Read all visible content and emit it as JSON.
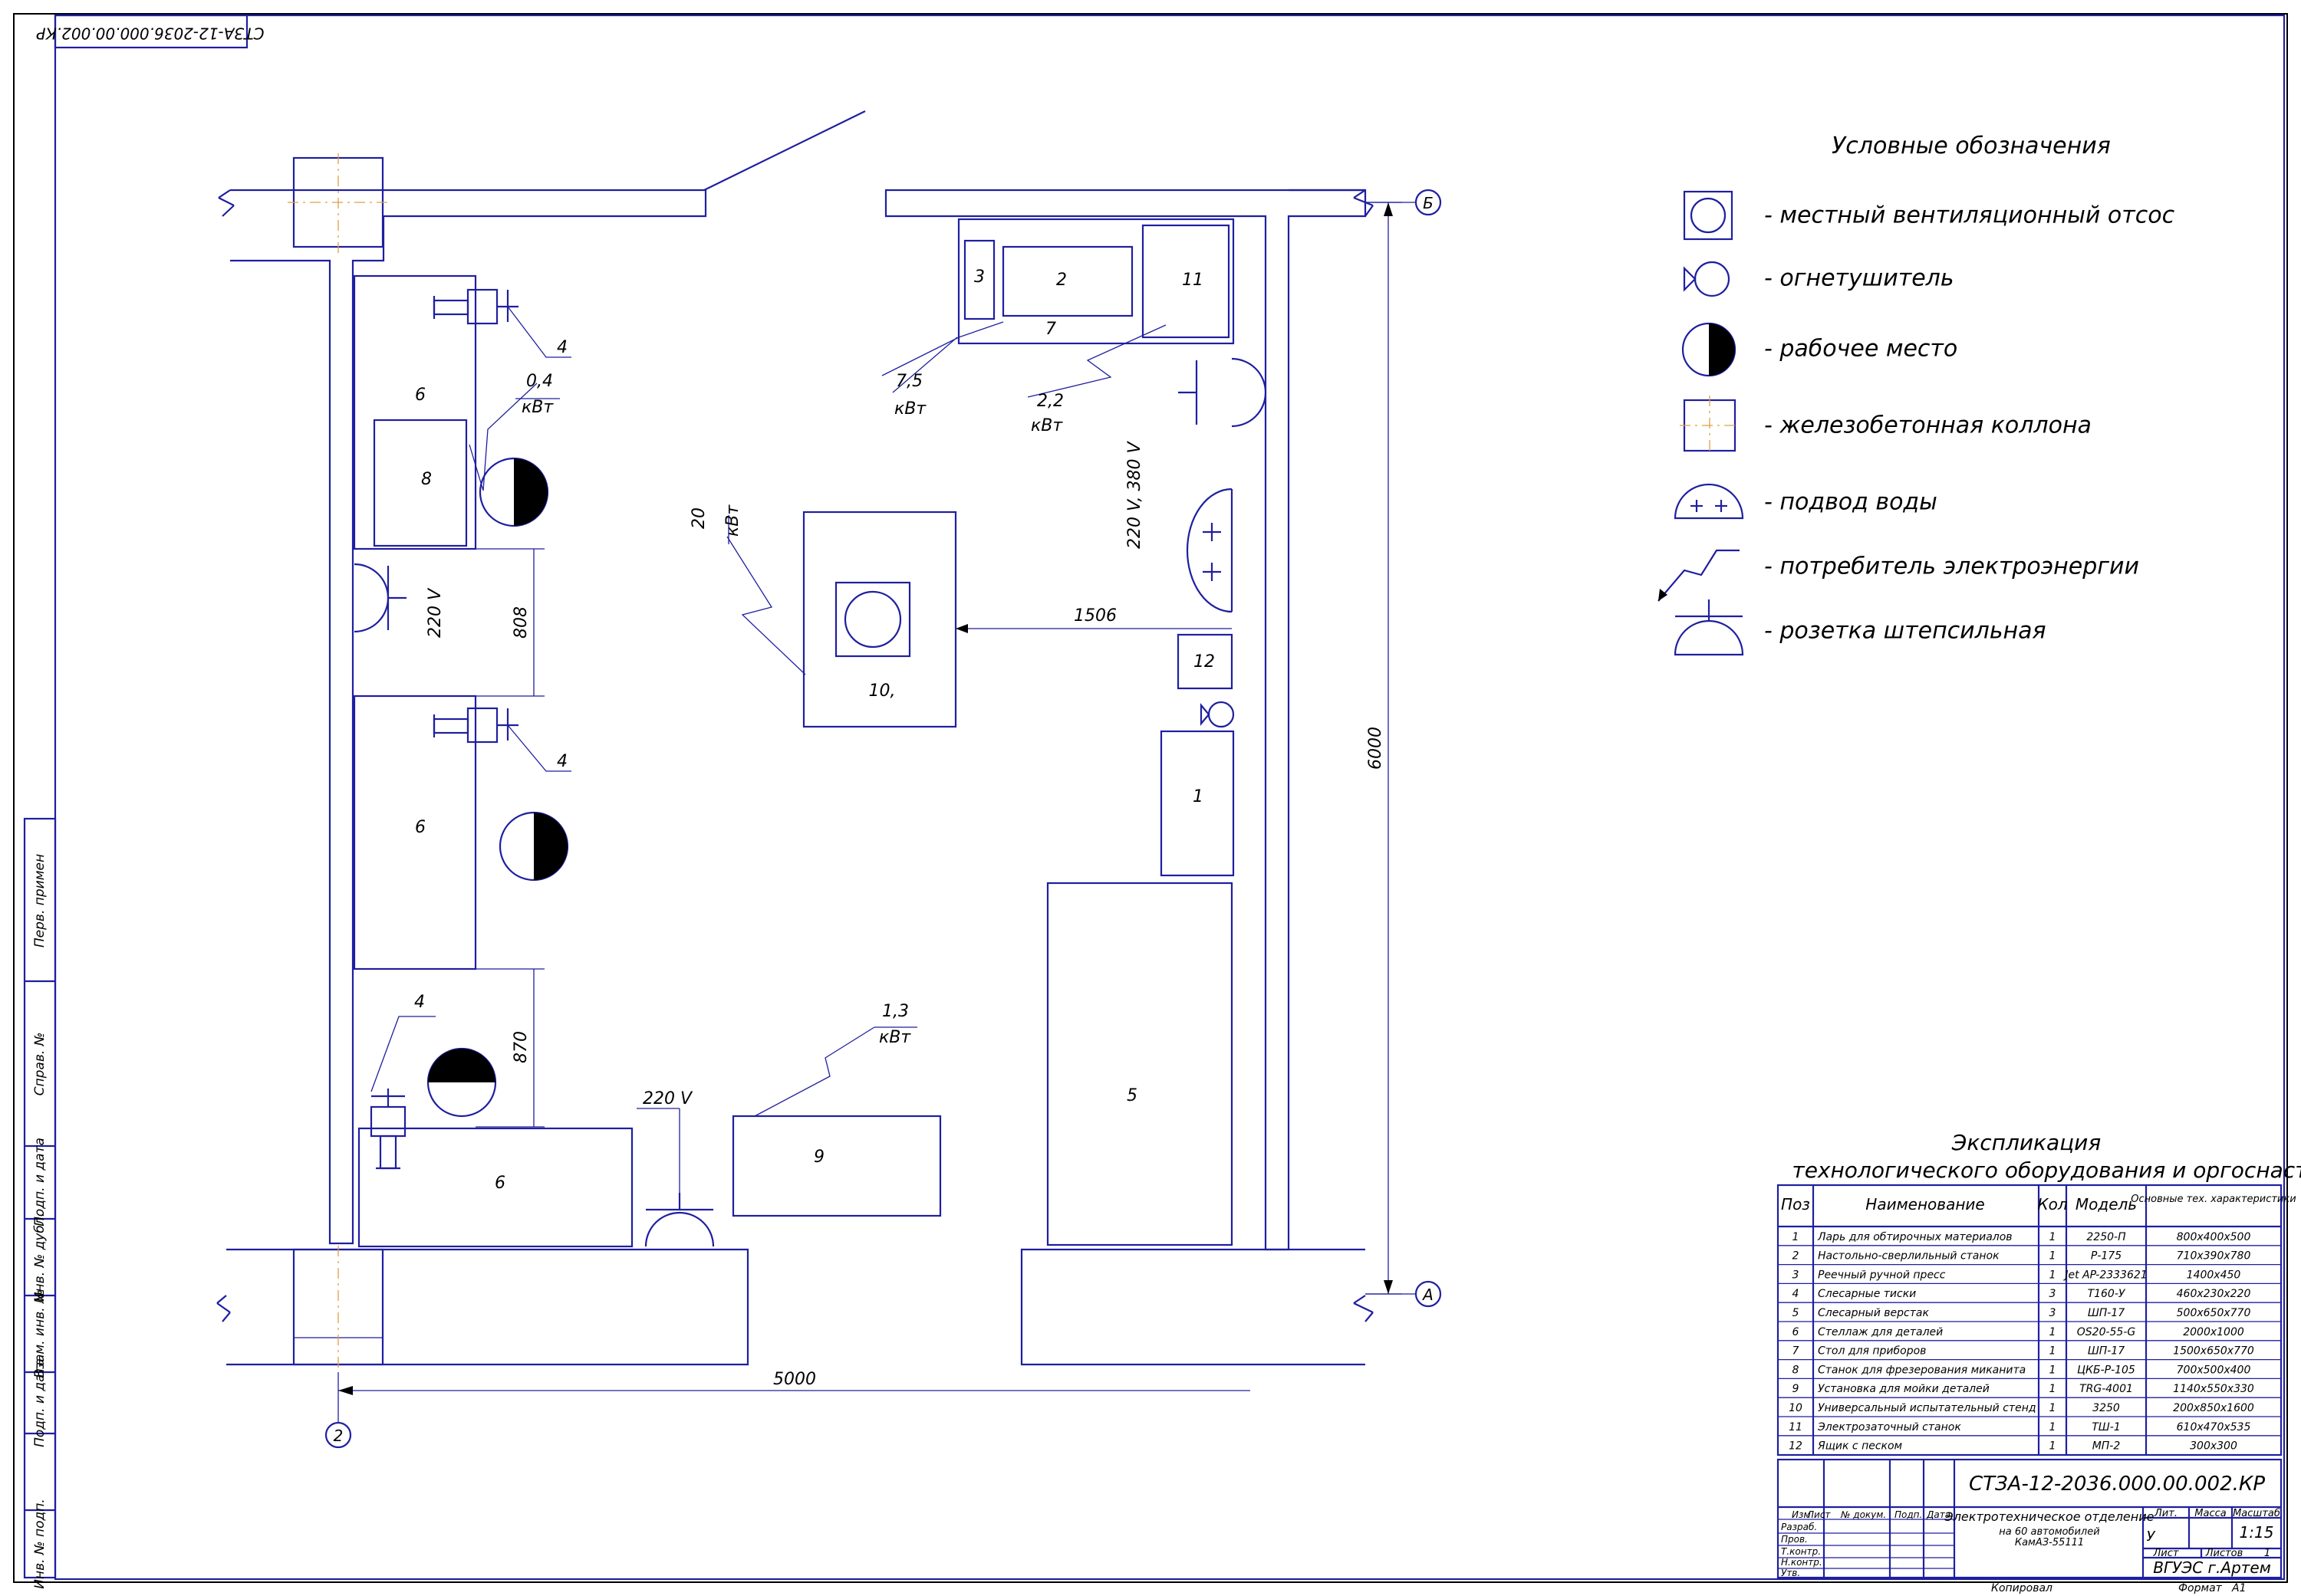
{
  "colors": {
    "line": "#1f1fa0",
    "axis": "#e0a040",
    "ink": "#000000",
    "paper": "#ffffff"
  },
  "stamp_top": "СТЗА-12-2036.000.00.002.КР",
  "left_strip": [
    "Перв. примен",
    "Справ. №",
    "Подп. и дата",
    "Инв. № дубл.",
    "Взам. инв. №",
    "Подп. и дата",
    "Инв. № подп."
  ],
  "plan": {
    "axis_b": "Б",
    "axis_a": "А",
    "axis_2": "2",
    "dim_width": "5000",
    "dim_height": "6000",
    "dim_808": "808",
    "dim_870": "870",
    "dim_1506": "1506",
    "labels": {
      "n1": "1",
      "n2": "2",
      "n3": "3",
      "n5": "5",
      "n6a": "6",
      "n6b": "6",
      "n6c": "6",
      "n7": "7",
      "n8": "8",
      "n9": "9",
      "n10": "10,",
      "n11": "11",
      "n12": "12",
      "n4a": "4",
      "n4b": "4",
      "n4c": "4"
    },
    "power": {
      "p04": "0,4",
      "p04u": "кВт",
      "p75": "7,5",
      "p75u": "кВт",
      "p22": "2,2",
      "p22u": "кВт",
      "p20": "20",
      "p20u": "кВт",
      "p13": "1,3",
      "p13u": "кВт"
    },
    "voltage": {
      "v220a": "220 V",
      "v220b": "220 V",
      "v220_380": "220 V, 380 V"
    }
  },
  "legend": {
    "title": "Условные обозначения",
    "items": [
      {
        "icon": "ventilation-icon",
        "text": "- местный вентиляционный отсос"
      },
      {
        "icon": "extinguisher-icon",
        "text": "- огнетушитель"
      },
      {
        "icon": "workplace-icon",
        "text": "- рабочее место"
      },
      {
        "icon": "column-icon",
        "text": "- железобетонная коллона"
      },
      {
        "icon": "water-supply-icon",
        "text": "- подвод воды"
      },
      {
        "icon": "power-consumer-icon",
        "text": "- потребитель электроэнергии"
      },
      {
        "icon": "socket-icon",
        "text": "- розетка штепсильная"
      }
    ]
  },
  "explication": {
    "title1": "Экспликация",
    "title2": "технологического оборудования и оргоснастки",
    "headers": {
      "pos": "Поз",
      "name": "Наименование",
      "qty": "Кол",
      "model": "Модель",
      "spec": "Основные тех. характеристики"
    },
    "rows": [
      {
        "pos": "1",
        "name": "Ларь для обтирочных материалов",
        "qty": "1",
        "model": "2250-П",
        "spec": "800х400х500"
      },
      {
        "pos": "2",
        "name": "Настольно-сверлильный станок",
        "qty": "1",
        "model": "Р-175",
        "spec": "710х390х780"
      },
      {
        "pos": "3",
        "name": "Реечный ручной пресс",
        "qty": "1",
        "model": "Jet AP-2333621",
        "spec": "1400х450"
      },
      {
        "pos": "4",
        "name": "Слесарные тиски",
        "qty": "3",
        "model": "Т160-У",
        "spec": "460х230х220"
      },
      {
        "pos": "5",
        "name": "Слесарный верстак",
        "qty": "3",
        "model": "ШП-17",
        "spec": "500х650х770"
      },
      {
        "pos": "6",
        "name": "Стеллаж для деталей",
        "qty": "1",
        "model": "ОS20-55-G",
        "spec": "2000х1000"
      },
      {
        "pos": "7",
        "name": "Стол для приборов",
        "qty": "1",
        "model": "ШП-17",
        "spec": "1500х650х770"
      },
      {
        "pos": "8",
        "name": "Станок для фрезерования миканита",
        "qty": "1",
        "model": "ЦКБ-Р-105",
        "spec": "700х500х400"
      },
      {
        "pos": "9",
        "name": "Установка для мойки деталей",
        "qty": "1",
        "model": "TRG-4001",
        "spec": "1140х550х330"
      },
      {
        "pos": "10",
        "name": "Универсальный испытательный стенд",
        "qty": "1",
        "model": "3250",
        "spec": "200х850х1600"
      },
      {
        "pos": "11",
        "name": "Электрозаточный станок",
        "qty": "1",
        "model": "ТШ-1",
        "spec": "610х470х535"
      },
      {
        "pos": "12",
        "name": "Ящик с песком",
        "qty": "1",
        "model": "МП-2",
        "spec": "300х300"
      }
    ]
  },
  "titleblock": {
    "designation": "СТЗА-12-2036.000.00.002.КР",
    "col_izm": "Изм",
    "col_list": "Лист",
    "col_doc": "№ докум.",
    "col_sign": "Подп.",
    "col_date": "Дата",
    "row_razrab": "Разраб.",
    "row_prov": "Пров.",
    "row_tkontr": "Т.контр.",
    "row_nkontr": "Н.контр.",
    "row_utv": "Утв.",
    "name1": "Электротехническое отделение",
    "name2": "на 60 автомобилей",
    "name3": "КамАЗ-55111",
    "lit": "Лит.",
    "mass": "Масса",
    "scale_h": "Масштаб",
    "stage": "У",
    "scale": "1:15",
    "sheet": "Лист",
    "sheets": "Листов",
    "sheets_count": "1",
    "org": "ВГУЭС г.Артем",
    "copied": "Копировал",
    "format": "Формат",
    "format_val": "А1"
  }
}
